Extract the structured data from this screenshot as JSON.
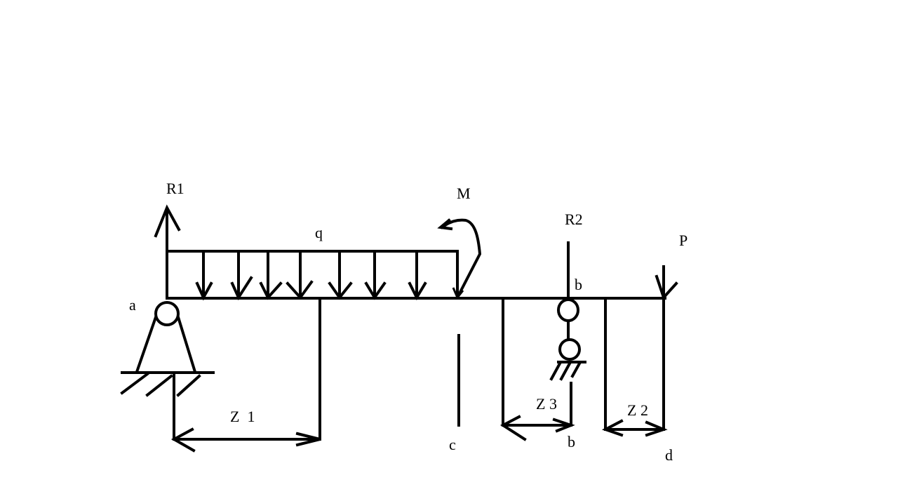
{
  "diagram": {
    "labels": {
      "R1": "R1",
      "q": "q",
      "M": "M",
      "R2": "R2",
      "P": "P",
      "a": "a",
      "b_top": "b",
      "b_bottom": "b",
      "c": "c",
      "d": "d",
      "Z1": "Z  1",
      "Z3": "Z 3",
      "Z2": "Z 2"
    },
    "colors": {
      "ink": "#000000",
      "background": "#ffffff"
    }
  }
}
